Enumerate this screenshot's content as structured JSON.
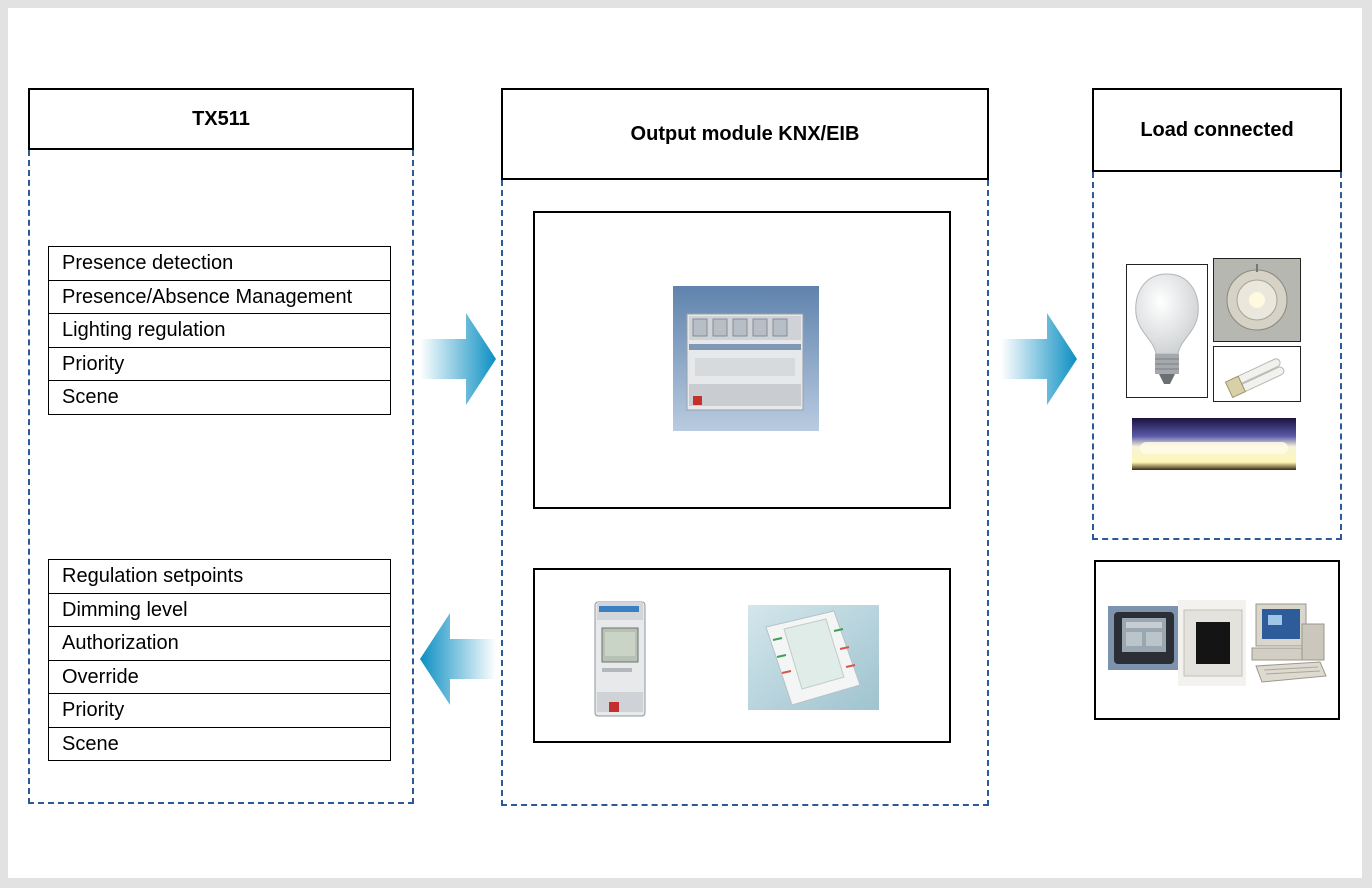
{
  "colors": {
    "dashed_border": "#2a5a9a",
    "arrow_start": "#ffffff",
    "arrow_end": "#0b8fc2"
  },
  "tx511": {
    "title": "TX511",
    "inputs": [
      "Presence detection",
      "Presence/Absence Management",
      "Lighting regulation",
      "Priority",
      "Scene"
    ],
    "outputs": [
      "Regulation setpoints",
      "Dimming level",
      "Authorization",
      "Override",
      "Priority",
      "Scene"
    ]
  },
  "output_module": {
    "title": "Output module KNX/EIB",
    "images": [
      "din-rail-actuator-image",
      "din-rail-timer-image",
      "push-button-panel-image"
    ]
  },
  "load": {
    "title": "Load connected",
    "images": [
      "incandescent-bulb-image",
      "halogen-spot-image",
      "compact-fluorescent-image",
      "fluorescent-tube-image",
      "touch-panel-image",
      "room-controller-image",
      "computer-image"
    ]
  }
}
